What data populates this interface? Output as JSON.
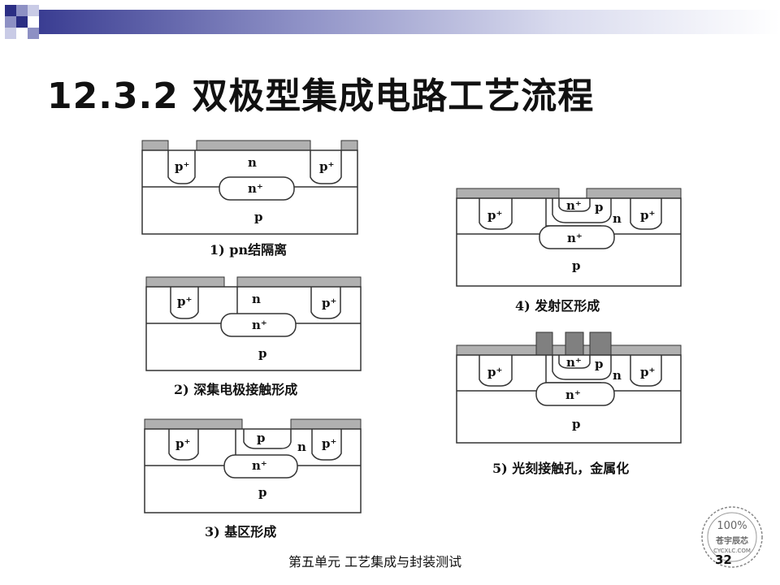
{
  "slide": {
    "title": "12.3.2 双极型集成电路工艺流程",
    "footer": "第五单元 工艺集成与封装测试",
    "page_number": "32"
  },
  "steps": [
    {
      "caption": "1) pn结隔离"
    },
    {
      "caption": "2) 深集电极接触形成"
    },
    {
      "caption": "3) 基区形成"
    },
    {
      "caption": "4) 发射区形成"
    },
    {
      "caption": "5) 光刻接触孔，金属化"
    }
  ],
  "labels": {
    "p_plus": "p⁺",
    "n": "n",
    "n_plus": "n⁺",
    "p": "p"
  },
  "watermark": {
    "percent": "100%",
    "name": "苍宇辰芯",
    "site": "CYCXLC.COM"
  },
  "colors": {
    "oxide": "#b0b0b0",
    "metal": "#808080",
    "accent": "#2b2e84"
  }
}
